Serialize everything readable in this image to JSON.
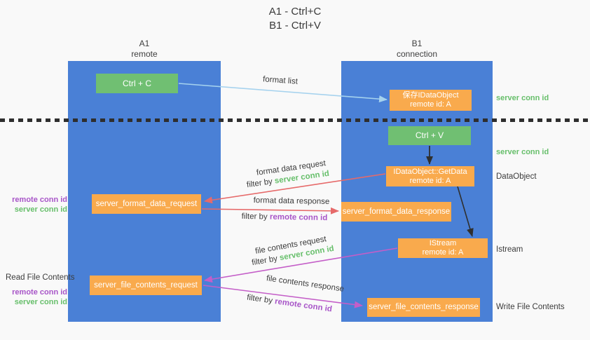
{
  "title": {
    "line1": "A1 - Ctrl+C",
    "line2": "B1 - Ctrl+V"
  },
  "lanes": {
    "left": {
      "name": "A1",
      "role": "remote"
    },
    "right": {
      "name": "B1",
      "role": "connection"
    }
  },
  "nodes": {
    "ctrl_c": {
      "label": "Ctrl + C"
    },
    "save_idataobject": {
      "line1": "保存IDataObject",
      "line2": "remote id: A"
    },
    "ctrl_v": {
      "label": "Ctrl + V"
    },
    "idataobject_getdata": {
      "line1": "IDataObject::GetData",
      "line2": "remote id: A"
    },
    "server_format_data_request": {
      "label": "server_format_data_request"
    },
    "server_format_data_response": {
      "label": "server_format_data_response"
    },
    "istream": {
      "line1": "IStream",
      "line2": "remote id: A"
    },
    "server_file_contents_request": {
      "label": "server_file_contents_request"
    },
    "server_file_contents_response": {
      "label": "server_file_contents_response"
    }
  },
  "flows": {
    "format_list": {
      "label": "format list"
    },
    "format_data_request": {
      "label": "format data request",
      "filter_prefix": "filter by ",
      "filter_key": "server conn id"
    },
    "format_data_response": {
      "label": "format data response",
      "filter_prefix": "filter by ",
      "filter_key": "remote conn id"
    },
    "file_contents_request": {
      "label": "file contents request",
      "filter_prefix": "filter by ",
      "filter_key": "server conn id"
    },
    "file_contents_response": {
      "label": "file contents response",
      "filter_prefix": "filter by ",
      "filter_key": "remote conn id"
    }
  },
  "side_labels": {
    "left_mid": {
      "remote": "remote conn id",
      "server": "server conn id"
    },
    "left_bottom": {
      "title": "Read File Contents",
      "remote": "remote conn id",
      "server": "server conn id"
    },
    "right_top_server": "server conn id",
    "right_mid_server": "server conn id",
    "right_dataobject": "DataObject",
    "right_istream": "Istream",
    "right_write": "Write File Contents"
  },
  "colors": {
    "lane_blue": "#4a80d6",
    "box_green": "#70bf72",
    "box_orange": "#f9aa4d",
    "text_green": "#67bf6b",
    "text_purple": "#a855c8",
    "arrow_red": "#e66a6a",
    "arrow_magenta": "#c45ec8",
    "arrow_blue": "#a5d2ee",
    "arrow_black": "#2f2f2f"
  }
}
